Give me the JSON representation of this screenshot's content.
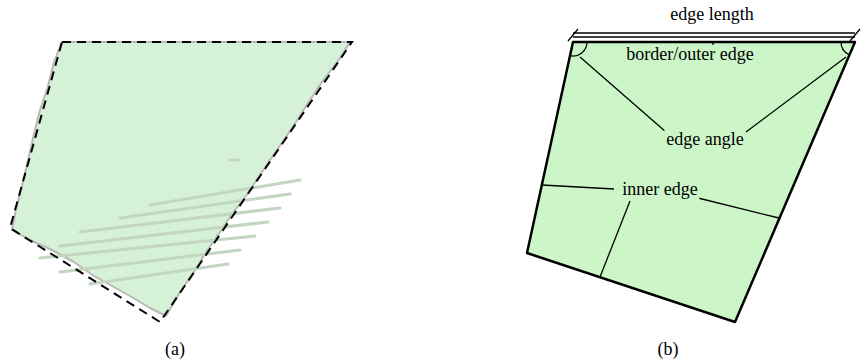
{
  "diagram": {
    "nodes": [
      {
        "text": [
          "border/outer edge",
          "edge angle",
          "inner edge"
        ]
      }
    ],
    "labels": [
      "edge length",
      "(a)",
      "(b)"
    ]
  }
}
